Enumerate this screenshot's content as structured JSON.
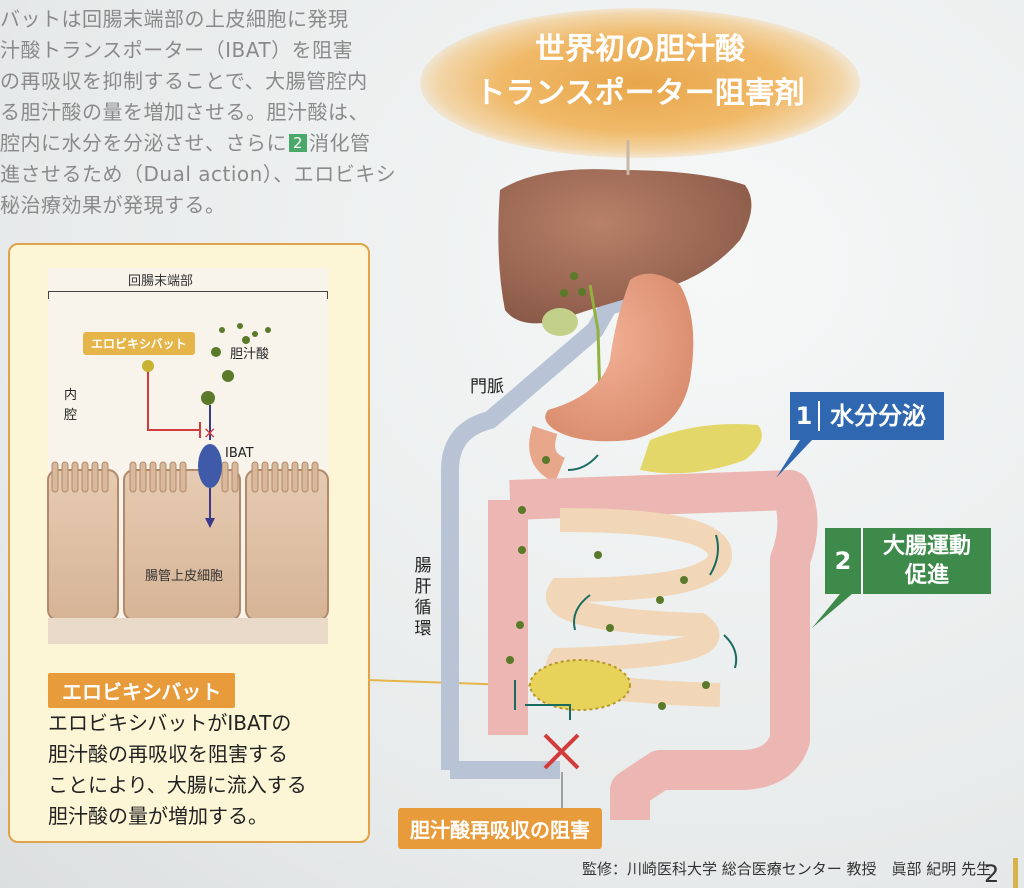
{
  "intro_lines": [
    "バットは回腸末端部の上皮細胞に発現",
    "汁酸トランスポーター（IBAT）を阻害",
    "の再吸収を抑制することで、大腸管腔内",
    "る胆汁酸の量を増加させる。胆汁酸は、",
    "腔内に水分を分泌させ、さらに",
    "進させるため（Dual action）、エロビキシ",
    "秘治療効果が発現する。"
  ],
  "intro_badge": "2",
  "intro_badge_after": "消化管",
  "banner": {
    "line1": "世界初の胆汁酸",
    "line2": "トランスポーター阻害剤"
  },
  "inset": {
    "ileum_label": "回腸末端部",
    "drug_tag": "エロビキシバット",
    "bile_acid_label": "胆汁酸",
    "lumen_label_1": "内",
    "lumen_label_2": "腔",
    "ibat_label": "IBAT",
    "cell_label": "腸管上皮細胞"
  },
  "drug_title": "エロビキシバット",
  "drug_desc": [
    "エロビキシバットがIBATの",
    "胆汁酸の再吸収を阻害する",
    "ことにより、大腸に流入する",
    "胆汁酸の量が増加する。"
  ],
  "callouts": {
    "one_num": "1",
    "one_text": "水分分泌",
    "two_num": "2",
    "two_line1": "大腸運動",
    "two_line2": "促進"
  },
  "portal_vein": "門脈",
  "enterohepatic": [
    "腸",
    "肝",
    "循",
    "環"
  ],
  "inhibit_label": "胆汁酸再吸収の阻害",
  "credit": "監修：川崎医科大学 総合医療センター 教授　眞部 紀明 先生",
  "page_number": "2",
  "colors": {
    "orange": "#e89b3a",
    "blue_callout": "#2f67b0",
    "green_callout": "#3d8a4a",
    "panel_bg": "#fdf6d6"
  }
}
